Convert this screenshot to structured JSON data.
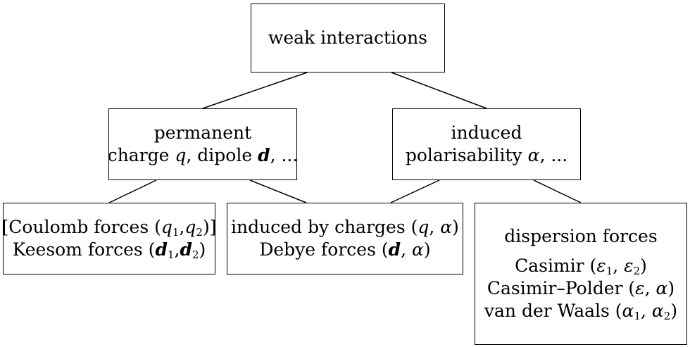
{
  "root": {
    "label": "weak interactions"
  },
  "permanent": {
    "title": "permanent",
    "line2_a": "charge ",
    "line2_q": "q",
    "line2_b": ", dipole ",
    "line2_d": "d",
    "line2_c": ", ..."
  },
  "induced": {
    "title": "induced",
    "line2_a": "polarisability ",
    "line2_alpha": "α",
    "line2_b": ", ..."
  },
  "leaf_permanent": {
    "l1_a": "[Coulomb forces (",
    "l1_q": "q",
    "l1_s1": "1",
    "l1_comma": ",",
    "l1_q2": "q",
    "l1_s2": "2",
    "l1_b": ")]",
    "l2_a": "Keesom forces (",
    "l2_d": "d",
    "l2_s1": "1",
    "l2_comma": ",",
    "l2_d2": "d",
    "l2_s2": "2",
    "l2_b": ")"
  },
  "leaf_shared": {
    "l1_a": "induced by charges (",
    "l1_q": "q",
    "l1_comma": ", ",
    "l1_alpha": "α",
    "l1_b": ")",
    "l2_a": "Debye forces (",
    "l2_d": "d",
    "l2_comma": ", ",
    "l2_alpha": "α",
    "l2_b": ")"
  },
  "leaf_dispersion": {
    "title": "dispersion forces",
    "l1_a": "Casimir (",
    "l1_e1": "ε",
    "l1_s1": "1",
    "l1_comma": ", ",
    "l1_e2": "ε",
    "l1_s2": "2",
    "l1_b": ")",
    "l2_a": "Casimir–Polder (",
    "l2_e": "ε",
    "l2_comma": ", ",
    "l2_alpha": "α",
    "l2_b": ")",
    "l3_a": "van der Waals (",
    "l3_a1": "α",
    "l3_s1": "1",
    "l3_comma": ", ",
    "l3_a2": "α",
    "l3_s2": "2",
    "l3_b": ")"
  }
}
